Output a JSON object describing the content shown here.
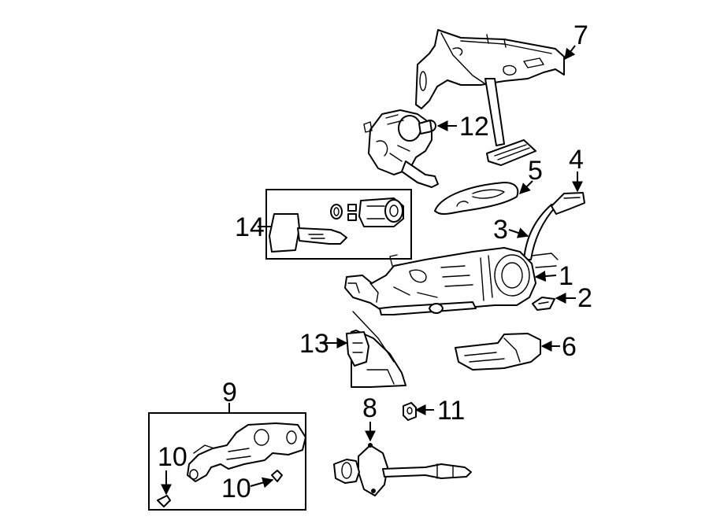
{
  "callouts": {
    "c1": "1",
    "c2": "2",
    "c3": "3",
    "c4": "4",
    "c5": "5",
    "c6": "6",
    "c7": "7",
    "c8": "8",
    "c9": "9",
    "c10a": "10",
    "c10b": "10",
    "c11": "11",
    "c12": "12",
    "c13": "13",
    "c14": "14"
  },
  "colors": {
    "ink": "#000000",
    "paper": "#ffffff"
  }
}
